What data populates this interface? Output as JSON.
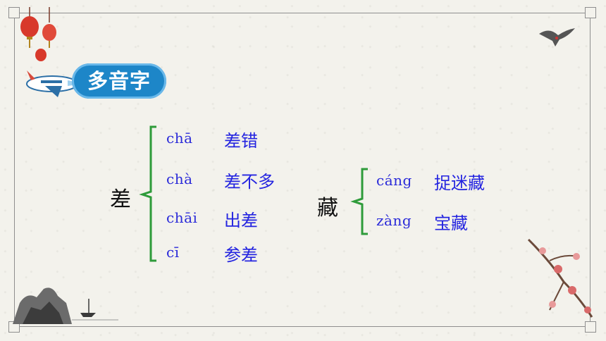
{
  "badge": {
    "title": "多音字"
  },
  "groups": [
    {
      "character": "差",
      "readings": [
        {
          "pinyin": "chā",
          "word": "差错"
        },
        {
          "pinyin": "chà",
          "word": "差不多"
        },
        {
          "pinyin": "chāi",
          "word": "出差"
        },
        {
          "pinyin": "cī",
          "word": "参差"
        }
      ]
    },
    {
      "character": "藏",
      "readings": [
        {
          "pinyin": "cáng",
          "word": "捉迷藏"
        },
        {
          "pinyin": "zàng",
          "word": "宝藏"
        }
      ]
    }
  ],
  "colors": {
    "bracket": "#2e9b3a",
    "pinyin": "#2b2bd9",
    "word": "#2424e0",
    "badge": "#1d86c8"
  },
  "icons": [
    "plane-icon",
    "lantern-icon",
    "crane-icon",
    "plum-blossom-icon",
    "mountain-landscape-icon"
  ]
}
